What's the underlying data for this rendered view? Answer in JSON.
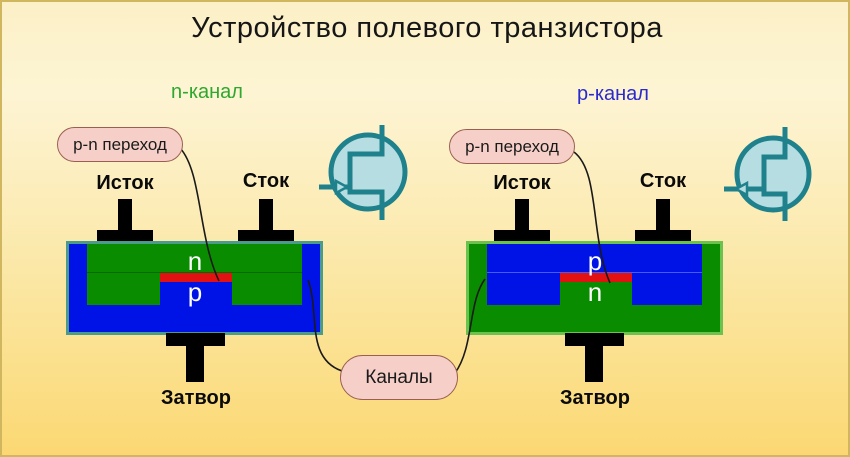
{
  "title": "Устройство полевого транзистора",
  "channels_label": "Каналы",
  "left_transistor": {
    "heading": "n-канал",
    "junction_label": "p-n переход",
    "source_label": "Исток",
    "drain_label": "Сток",
    "gate_label": "Затвор",
    "upper_region": "n",
    "lower_region": "p"
  },
  "right_transistor": {
    "heading": "p-канал",
    "junction_label": "p-n переход",
    "source_label": "Исток",
    "drain_label": "Сток",
    "gate_label": "Затвор",
    "upper_region": "p",
    "lower_region": "n"
  },
  "colors": {
    "background_top": "#fbf0c6",
    "background_bottom": "#fbd873",
    "frame_border": "#d0b75f",
    "n_region_green": "#0a8c00",
    "p_region_blue": "#0013e6",
    "junction_red": "#e31212",
    "electrode_black": "#000000",
    "left_body_border_teal": "#4b9b8c",
    "right_body_border_green": "#6cc24e",
    "callout_fill_pink": "#f6d0c8",
    "callout_border_brown": "#9b5f51",
    "symbol_fill_cyan": "#b6dee2",
    "symbol_stroke_teal": "#1f818c",
    "heading_green": "#2ea82e",
    "heading_blue": "#2a2ace"
  }
}
